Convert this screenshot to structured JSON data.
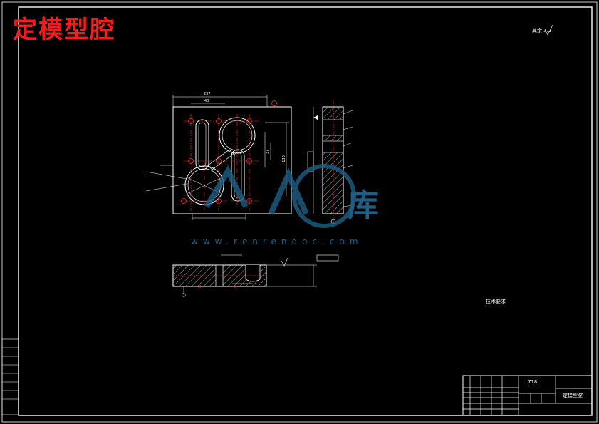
{
  "title": "定模型腔",
  "roughness_note": "其余",
  "roughness_value": "3.2",
  "technical_requirements": {
    "heading": "技术要求",
    "items": []
  },
  "title_block": {
    "material": "718",
    "school": "",
    "drawing_name": "定模型腔"
  },
  "watermark": {
    "site": "www.renrendoc.com",
    "brand": "库"
  },
  "dimensions": {
    "top_width": "237",
    "top_left": "40",
    "height_right": "130",
    "inner_right": "37"
  }
}
